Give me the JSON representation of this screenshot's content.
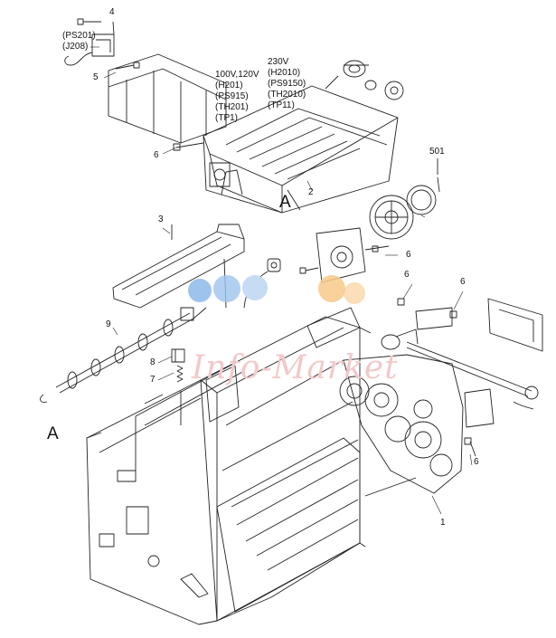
{
  "diagram": {
    "callouts": [
      "1",
      "2",
      "3",
      "4",
      "5",
      "6",
      "7",
      "8",
      "9",
      "501"
    ],
    "section_mark": "A",
    "sensor_refs": [
      "(PS201)",
      "(J208)"
    ],
    "voltage_100_120": [
      "100V,120V",
      "(H201)",
      "(PS915)",
      "(TH201)",
      "(TP1)"
    ],
    "voltage_230": [
      "230V",
      "(H2010)",
      "(PS9150)",
      "(TH2010)",
      "(TP11)"
    ]
  },
  "watermark": {
    "text": "Info-Market",
    "colors": {
      "blue": "#9ec3ec",
      "orange": "#f7c98a",
      "pink": "#f2c9c9"
    }
  }
}
